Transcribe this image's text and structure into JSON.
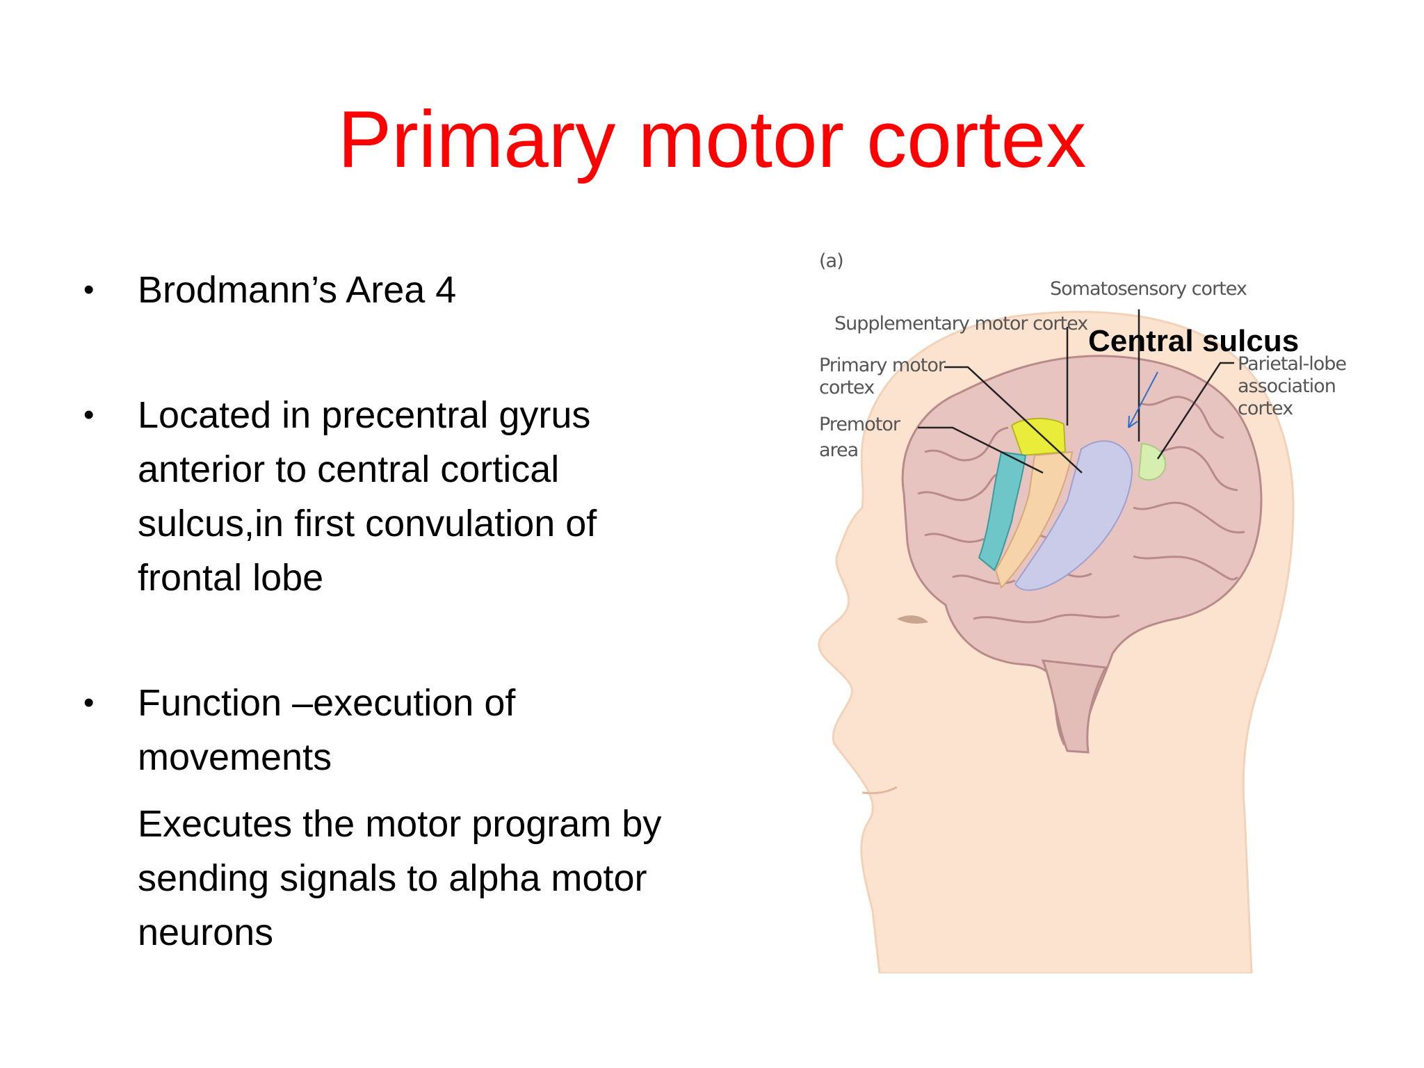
{
  "slide": {
    "title": "Primary motor cortex",
    "bullets": [
      {
        "symbol": "•",
        "text": "Brodmann’s Area 4"
      },
      {
        "symbol": "•",
        "text": "Located in precentral gyrus anterior to central cortical sulcus,in first convulation of frontal lobe"
      },
      {
        "symbol": "•",
        "text": "Function –execution of movements",
        "sub_text": "Executes the motor program by sending signals to alpha motor neurons"
      }
    ]
  },
  "figure": {
    "panel_label": "(a)",
    "labels": {
      "somatosensory": "Somatosensory cortex",
      "supplementary": "Supplementary motor cortex",
      "primary_line1": "Primary motor",
      "primary_line2": "cortex",
      "premotor_line1": "Premotor",
      "premotor_line2": "area",
      "parietal_line1": "Parietal-lobe",
      "parietal_line2": "association",
      "parietal_line3": "cortex"
    },
    "overlay_label": "Central sulcus",
    "colors": {
      "title": "#ff0000",
      "skin": "#fbe3cf",
      "brain": "#e8c4c0",
      "supplementary_area": "#eaec3a",
      "premotor_area": "#6fc6c8",
      "primary_motor_area": "#f6d3a8",
      "somatosensory_area": "#c9cbe9",
      "parietal_area": "#d6efb0",
      "arrow": "#2f6fc4"
    }
  }
}
